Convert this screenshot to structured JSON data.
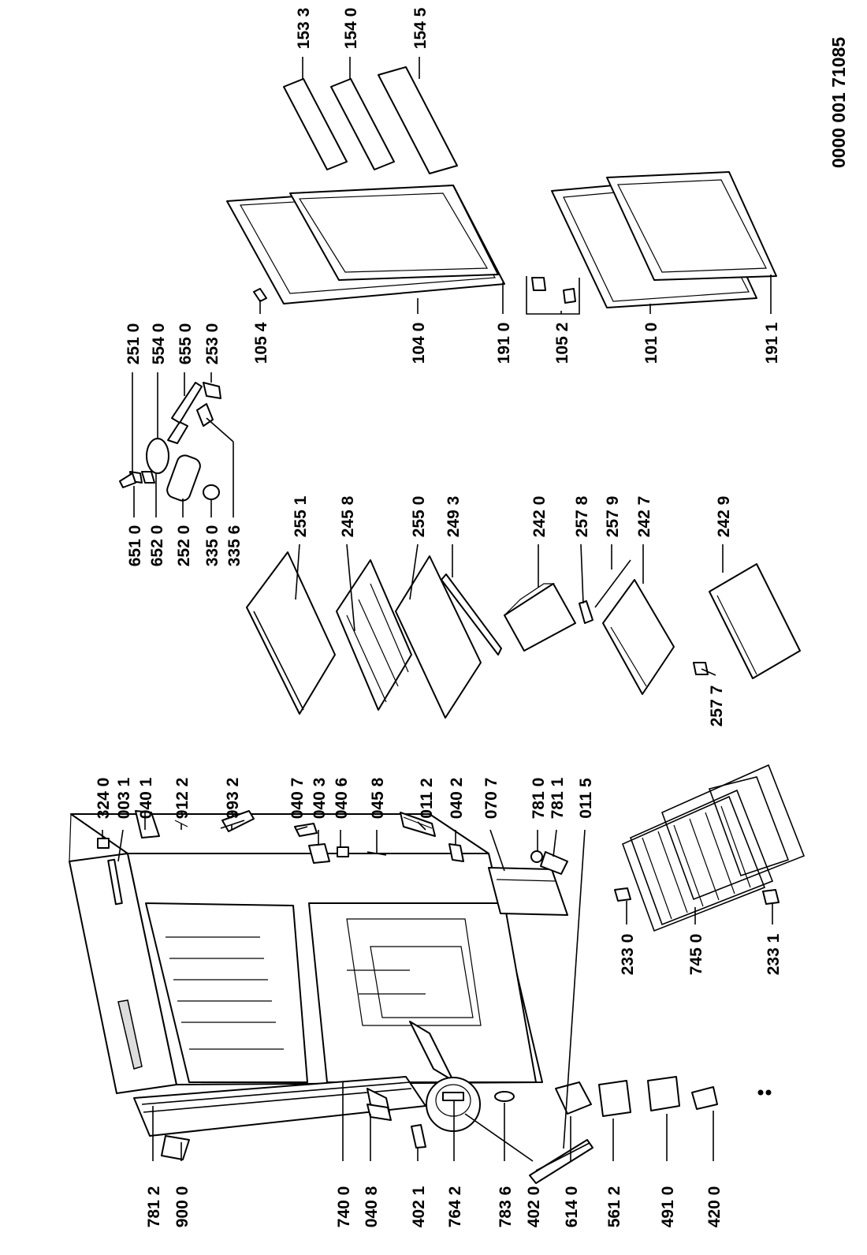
{
  "document_number": "0000 001 71085",
  "part_labels": {
    "p7812": "781 2",
    "p9000": "900 0",
    "p7400": "740 0",
    "p0408": "040 8",
    "p4021": "402 1",
    "p7642": "764 2",
    "p7836": "783 6",
    "p4020": "402 0",
    "p6140": "614 0",
    "p5612": "561 2",
    "p4910": "491 0",
    "p4200": "420 0",
    "p3240": "324 0",
    "p0031": "003 1",
    "p0401": "040 1",
    "p9122": "912 2",
    "p9932": "993 2",
    "p0407": "040 7",
    "p0403": "040 3",
    "p0406": "040 6",
    "p0458": "045 8",
    "p0112": "011 2",
    "p0402": "040 2",
    "p0707": "070 7",
    "p7810": "781 0",
    "p7811": "781 1",
    "p0115": "011 5",
    "p2330": "233 0",
    "p7450": "745 0",
    "p2331": "233 1",
    "p2551": "255 1",
    "p2458": "245 8",
    "p2550": "255 0",
    "p2493": "249 3",
    "p2420": "242 0",
    "p2578": "257 8",
    "p2579": "257 9",
    "p2427": "242 7",
    "p2429": "242 9",
    "p2577": "257 7",
    "p6510": "651 0",
    "p6520": "652 0",
    "p2520": "252 0",
    "p3350": "335 0",
    "p3356": "335 6",
    "p2510": "251 0",
    "p5540": "554 0",
    "p6550": "655 0",
    "p2530": "253 0",
    "p1054": "105 4",
    "p1040": "104 0",
    "p1910": "191 0",
    "p1052": "105 2",
    "p1010": "101 0",
    "p1911": "191 1",
    "p1533": "153 3",
    "p1540": "154 0",
    "p1545": "154 5"
  }
}
